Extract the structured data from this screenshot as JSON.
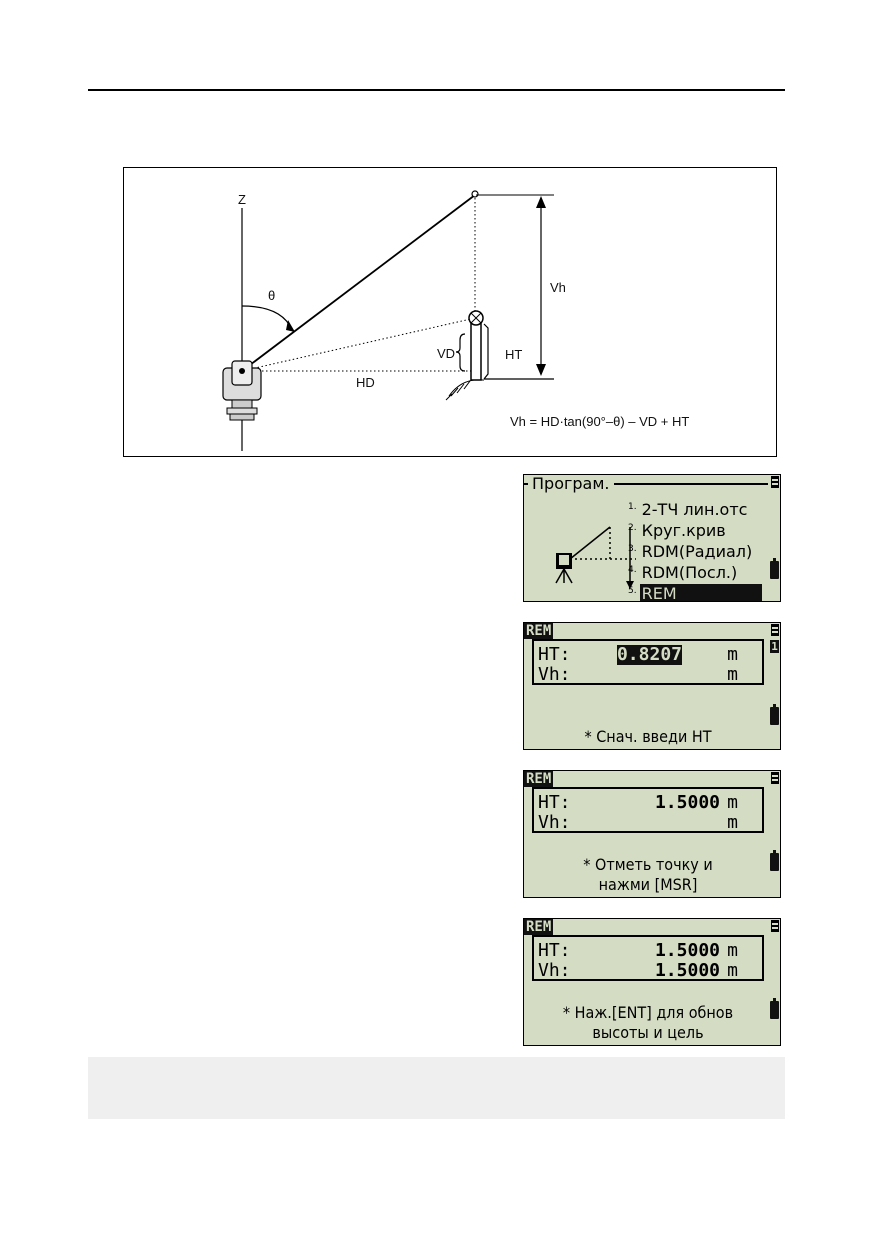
{
  "diagram": {
    "labels": {
      "z": "Z",
      "theta": "θ",
      "vh": "Vh",
      "vd": "VD",
      "ht": "HT",
      "hd": "HD",
      "formula": "Vh = HD·tan(90°–θ) – VD + HT"
    }
  },
  "screens": {
    "menu": {
      "title": "Програм.",
      "items": [
        {
          "num": "1.",
          "label": "2-ТЧ лин.отс"
        },
        {
          "num": "2.",
          "label": "Круг.крив"
        },
        {
          "num": "3.",
          "label": "RDM(Радиал)"
        },
        {
          "num": "4.",
          "label": "RDM(Посл.)"
        },
        {
          "num": "5.",
          "label": "REM"
        }
      ]
    },
    "rem1": {
      "title": "REM",
      "page": "1",
      "ht_label": "HT:",
      "ht_value": "0.8207",
      "vh_label": "Vh:",
      "vh_value": "",
      "unit": "m",
      "message": "* Снач. введи HT"
    },
    "rem2": {
      "title": "REM",
      "ht_label": "HT:",
      "ht_value": "1.5000",
      "vh_label": "Vh:",
      "vh_value": "",
      "unit": "m",
      "message_line1": "* Отметь точку и",
      "message_line2": "нажми [MSR]"
    },
    "rem3": {
      "title": "REM",
      "ht_label": "HT:",
      "ht_value": "1.5000",
      "vh_label": "Vh:",
      "vh_value": "1.5000",
      "unit": "m",
      "message_line1": "* Наж.[ENT] для обнов",
      "message_line2": "высоты и цель"
    }
  }
}
